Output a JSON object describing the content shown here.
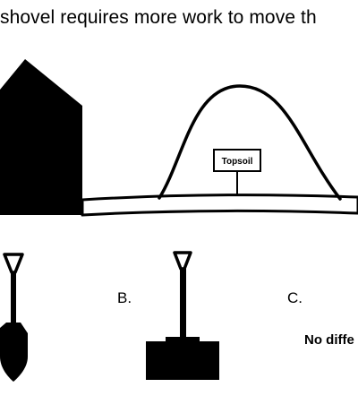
{
  "question": {
    "text": "shovel requires more work to move th"
  },
  "sign": {
    "label": "Topsoil"
  },
  "options": {
    "b_label": "B.",
    "c_label": "C.",
    "c_text": "No diffe"
  },
  "colors": {
    "ink": "#000000",
    "background": "#ffffff"
  }
}
